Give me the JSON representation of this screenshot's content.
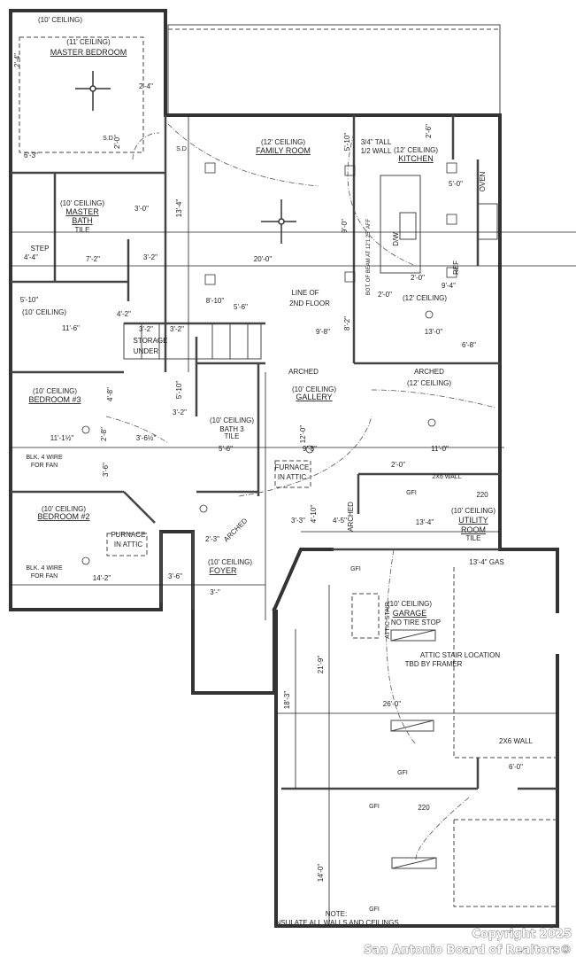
{
  "title": "Floor Plan",
  "labels": [
    "(10' CEILING)",
    "(11' CEILING)",
    "MASTER BEDROOM",
    "2'-4\"",
    "2'-4\"",
    "6'-3\"",
    "2'-0\"",
    "(12' CEILING)",
    "FAMILY ROOM",
    "(12' CEILING)",
    "KITCHEN",
    "3/4\" TALL",
    "1/2 WALL",
    "5'-10\"",
    "2'-6\"",
    "5'-0\"",
    "13'-4\"",
    "20'-0\"",
    "9'-0\"",
    "BOT. OF BEAM AT 12'1.25\" AFF",
    "(10' CEILING)",
    "MASTER",
    "BATH",
    "TILE",
    "3'-0\"",
    "STEP",
    "4'-4\"",
    "7'-2\"",
    "3'-2\"",
    "5'-10\"",
    "(10' CEILING)",
    "11'-6\"",
    "8'-10\"",
    "4'-2\"",
    "LINE OF",
    "2ND FLOOR",
    "2'-0\"",
    "2'-0\"",
    "9'-4\"",
    "(12' CEILING)",
    "13'-0\"",
    "8'-2\"",
    "9'-8\"",
    "6'-8\"",
    "STORAGE",
    "UNDER",
    "3'-2\"",
    "3'-2\"",
    "5'-6\"",
    "ARCHED",
    "(10' CEILING)",
    "GALLERY",
    "ARCHED",
    "(12' CEILING)",
    "(10' CEILING)",
    "BEDROOM #3",
    "4'-8\"",
    "11'-1½\"",
    "BLK. 4 WIRE",
    "FOR FAN",
    "3'-6½\"",
    "2'-8\"",
    "3'-6\"",
    "(10' CEILING)",
    "BATH 3",
    "TILE",
    "5'-6\"",
    "5'-10\"",
    "3'-2\"",
    "12'-0\"",
    "9'-8\"",
    "11'-0\"",
    "2'-0\"",
    "FURNACE",
    "IN ATTIC",
    "(10' CEILING)",
    "BEDROOM #2",
    "FURNACE",
    "IN ATTIC",
    "BLK. 4 WIRE",
    "FOR FAN",
    "14'-2\"",
    "2'-3\"",
    "(10' CEILING)",
    "FOYER",
    "3'-6\"",
    "3'-\"",
    "3'-3\"",
    "4'-10\"",
    "4'-5\"",
    "ARCHED",
    "13'-4\"",
    "(10' CEILING)",
    "UTILITY",
    "ROOM",
    "TILE",
    "220",
    "GFI",
    "13'-4\" GAS",
    "GFI",
    "(10' CEILING)",
    "GARAGE",
    "NO TIRE STOP",
    "ATTIC STAIR LOCATION",
    "TBD BY FRAMER",
    "21'-9\"",
    "18'-3\"",
    "26'-0\"",
    "2X6 WALL",
    "6'-0\"",
    "GFI",
    "GFI",
    "220",
    "14'-0\"",
    "NOTE:",
    "INSULATE ALL WALLS AND CEILINGS",
    "ARCHED",
    "S.D",
    "S.D",
    "OVEN",
    "REF",
    "D/W",
    "2X6 WALL",
    "ATTIC STAIR",
    "GFI"
  ],
  "watermark": {
    "line1": "Copyright 2025",
    "line2": "San Antonio Board of Realtors®"
  }
}
